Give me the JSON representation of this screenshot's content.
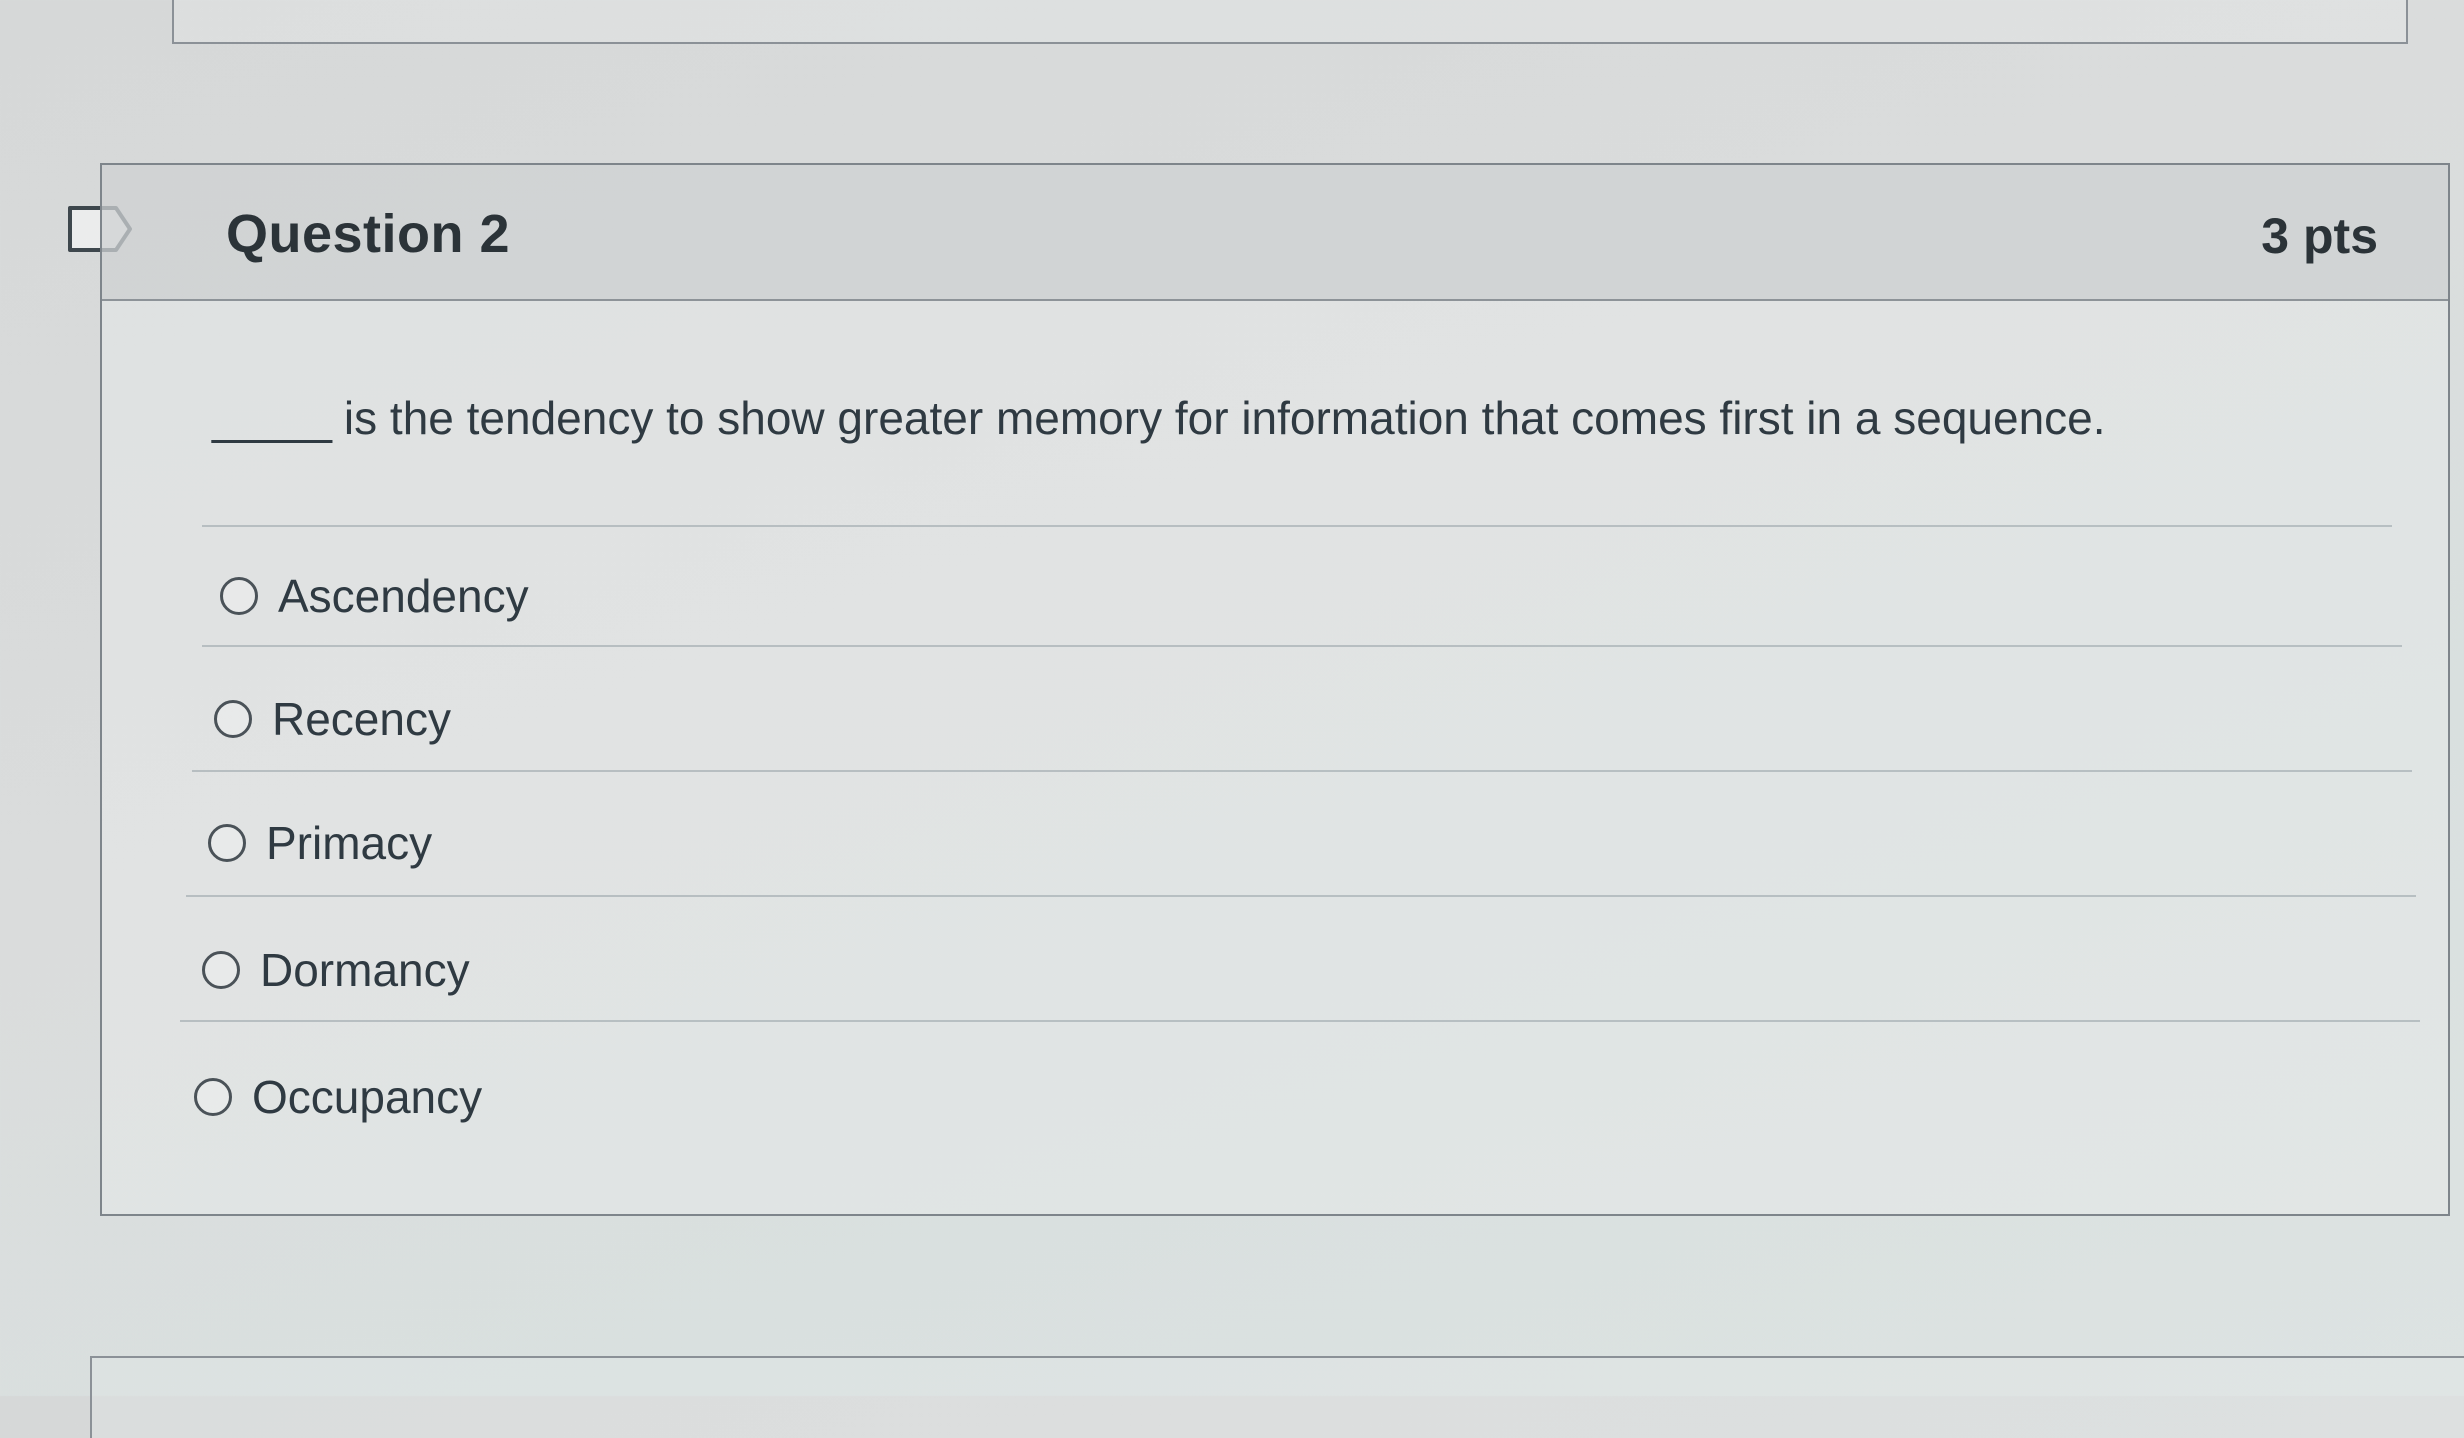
{
  "question": {
    "title": "Question 2",
    "points": "3 pts",
    "blank": "_____",
    "text": "is the tendency to show greater memory for information that comes first in a sequence."
  },
  "answers": [
    {
      "label": "Ascendency",
      "selected": false
    },
    {
      "label": "Recency",
      "selected": false
    },
    {
      "label": "Primacy",
      "selected": false
    },
    {
      "label": "Dormancy",
      "selected": false
    },
    {
      "label": "Occupancy",
      "selected": false
    }
  ],
  "icons": {
    "flag": "flag-question-icon",
    "radio": "radio-button-icon"
  },
  "colors": {
    "text": "#2d3b45",
    "border": "#7e858b",
    "header_bg": "#c4c8ca"
  }
}
